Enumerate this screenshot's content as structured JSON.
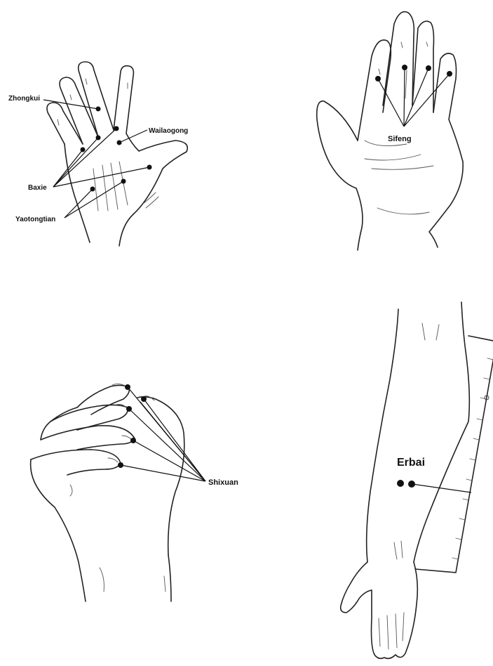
{
  "panels": {
    "dorsal_hand": {
      "labels": {
        "zhongkui": "Zhongkui",
        "wailaogong": "Wailaogong",
        "baxie": "Baxie",
        "yaotongtian": "Yaotongtian"
      }
    },
    "palm_hand": {
      "labels": {
        "sifeng": "Sifeng"
      }
    },
    "fist_hand": {
      "labels": {
        "shixuan": "Shixuan"
      }
    },
    "forearm": {
      "labels": {
        "erbai": "Erbai"
      }
    }
  }
}
